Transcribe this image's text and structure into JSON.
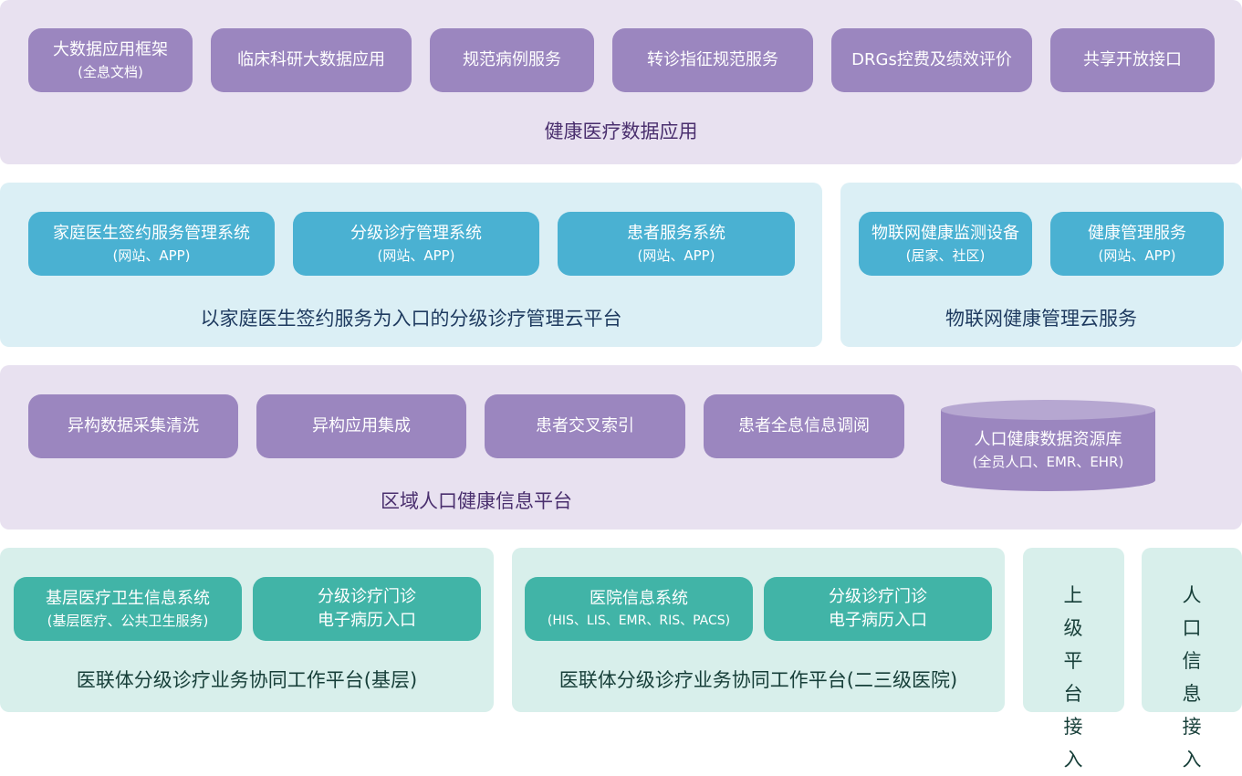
{
  "layer1": {
    "title": "健康医疗数据应用",
    "items": [
      {
        "label": "大数据应用框架",
        "sub": "(全息文档)"
      },
      {
        "label": "临床科研大数据应用"
      },
      {
        "label": "规范病例服务"
      },
      {
        "label": "转诊指征规范服务"
      },
      {
        "label": "DRGs控费及绩效评价"
      },
      {
        "label": "共享开放接口"
      }
    ]
  },
  "layer2a": {
    "title": "以家庭医生签约服务为入口的分级诊疗管理云平台",
    "items": [
      {
        "label": "家庭医生签约服务管理系统",
        "sub": "(网站、APP)"
      },
      {
        "label": "分级诊疗管理系统",
        "sub": "(网站、APP)"
      },
      {
        "label": "患者服务系统",
        "sub": "(网站、APP)"
      }
    ]
  },
  "layer2b": {
    "title": "物联网健康管理云服务",
    "items": [
      {
        "label": "物联网健康监测设备",
        "sub": "(居家、社区)"
      },
      {
        "label": "健康管理服务",
        "sub": "(网站、APP)"
      }
    ]
  },
  "layer3": {
    "title": "区域人口健康信息平台",
    "items": [
      {
        "label": "异构数据采集清洗"
      },
      {
        "label": "异构应用集成"
      },
      {
        "label": "患者交叉索引"
      },
      {
        "label": "患者全息信息调阅"
      }
    ],
    "database": {
      "label": "人口健康数据资源库",
      "sub": "(全员人口、EMR、EHR)"
    }
  },
  "layer4a": {
    "title": "医联体分级诊疗业务协同工作平台(基层)",
    "items": [
      {
        "label": "基层医疗卫生信息系统",
        "sub": "(基层医疗、公共卫生服务)"
      },
      {
        "label": "分级诊疗门诊",
        "sub": "电子病历入口"
      }
    ]
  },
  "layer4b": {
    "title": "医联体分级诊疗业务协同工作平台(二三级医院)",
    "items": [
      {
        "label": "医院信息系统",
        "sub": "(HIS、LIS、EMR、RIS、PACS)"
      },
      {
        "label": "分级诊疗门诊",
        "sub": "电子病历入口"
      }
    ]
  },
  "side1": {
    "label": "上级平台接入"
  },
  "side2": {
    "label": "人口信息接入"
  },
  "colors": {
    "purple": "#9b86bf",
    "blue": "#4ab1d2",
    "green": "#41b4a7"
  }
}
